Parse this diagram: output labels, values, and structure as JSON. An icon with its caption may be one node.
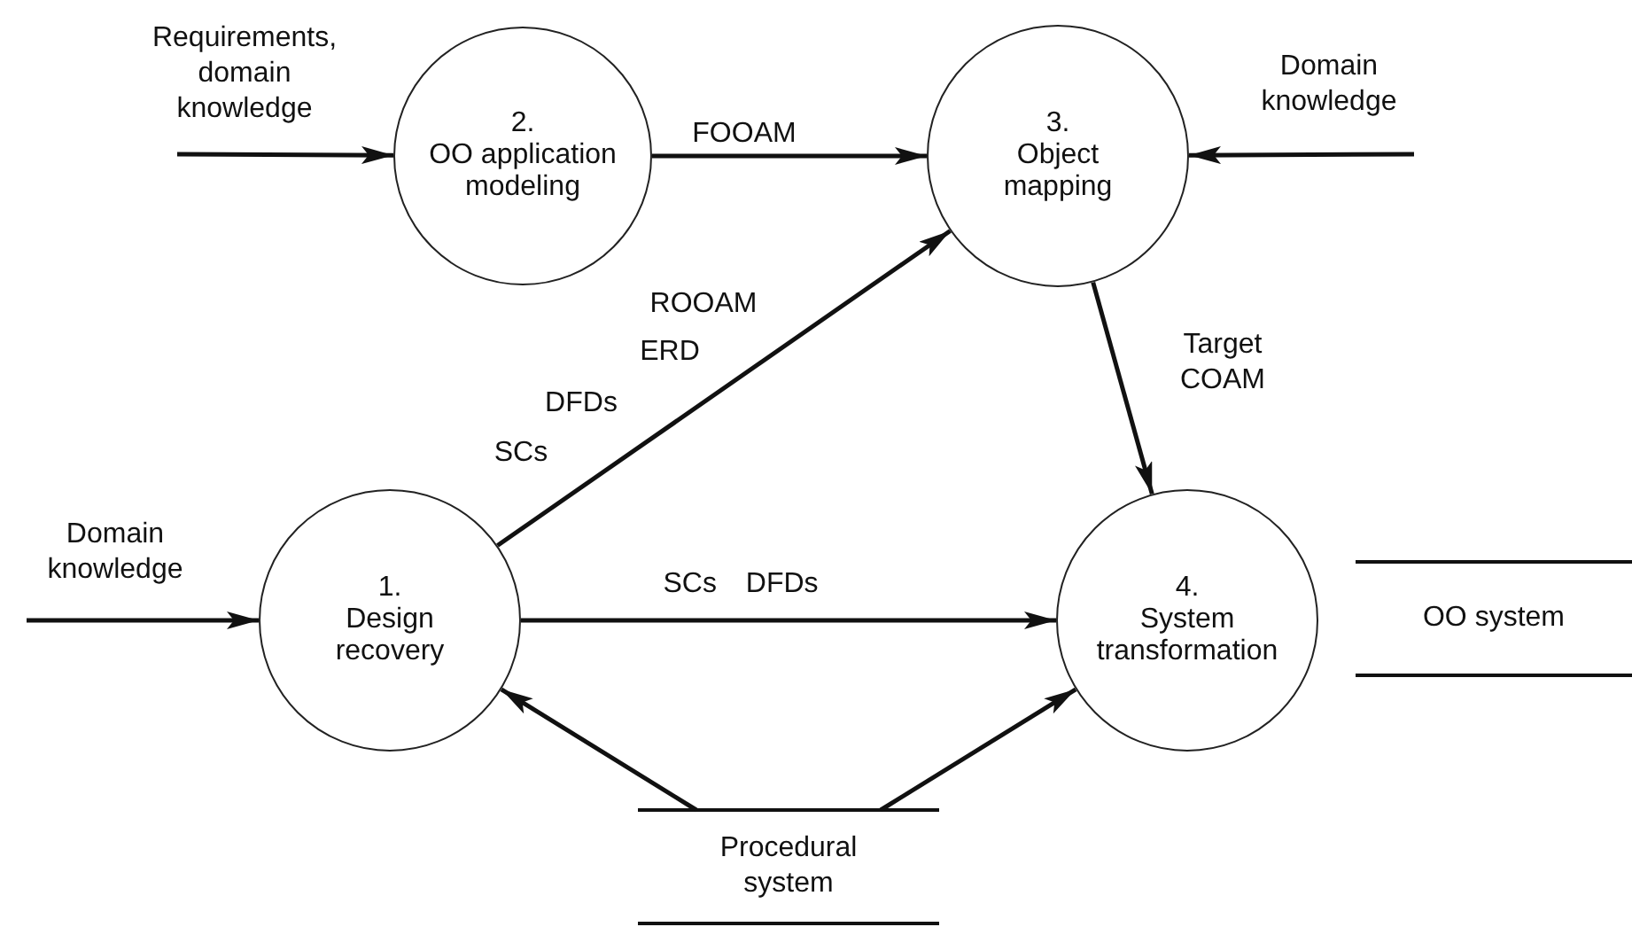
{
  "diagram": {
    "nodes": [
      {
        "text": [
          "Requirements, domain knowledge"
        ]
      },
      {
        "text": [
          "2.",
          "OO application modeling"
        ]
      },
      {
        "text": [
          "3.",
          "Object mapping"
        ]
      },
      {
        "text": [
          "Domain knowledge"
        ]
      },
      {
        "text": [
          "Domain knowledge"
        ]
      },
      {
        "text": [
          "1.",
          "Design recovery"
        ]
      },
      {
        "text": [
          "4.",
          "System transformation"
        ]
      },
      {
        "text": [
          "OO system"
        ]
      },
      {
        "text": [
          "Procedural system"
        ]
      }
    ],
    "edges": [
      {
        "from": 0,
        "to": 1,
        "arrow": "to"
      },
      {
        "from": 1,
        "to": 2,
        "arrow": "to",
        "label": "FOOAM"
      },
      {
        "from": 3,
        "to": 2,
        "arrow": "to"
      },
      {
        "from": 5,
        "to": 2,
        "arrow": "to"
      },
      {
        "from": 4,
        "to": 5,
        "arrow": "to"
      },
      {
        "from": 5,
        "to": 6,
        "arrow": "to",
        "label": "SCs DFDs"
      },
      {
        "from": 2,
        "to": 6,
        "arrow": "to",
        "label": "Target COAM"
      },
      {
        "from": 8,
        "to": 5,
        "arrow": "to"
      },
      {
        "from": 8,
        "to": 6,
        "arrow": "to"
      }
    ],
    "labels": [
      "ROOAM",
      "ERD",
      "DFDs",
      "SCs"
    ]
  }
}
